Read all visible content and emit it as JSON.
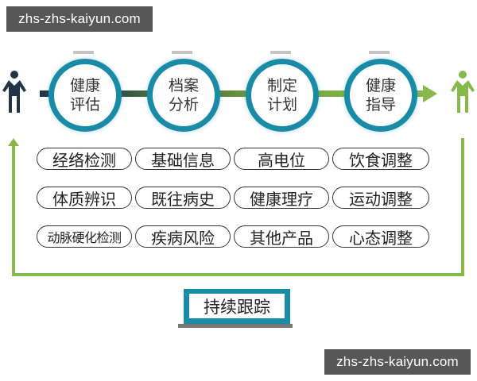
{
  "watermarks": {
    "top": "zhs-zhs-kaiyun.com",
    "bottom": "zhs-zhs-kaiyun.com"
  },
  "flow": {
    "start_icon": "person-icon-navy",
    "end_icon": "person-icon-green",
    "steps": [
      {
        "line1": "健康",
        "line2": "评估"
      },
      {
        "line1": "档案",
        "line2": "分析"
      },
      {
        "line1": "制定",
        "line2": "计划"
      },
      {
        "line1": "健康",
        "line2": "指导"
      }
    ]
  },
  "services": {
    "rows": [
      [
        "经络检测",
        "基础信息",
        "高电位",
        "饮食调整"
      ],
      [
        "体质辨识",
        "既往病史",
        "健康理疗",
        "运动调整"
      ],
      [
        "动脉硬化检测",
        "疾病风险",
        "其他产品",
        "心态调整"
      ]
    ]
  },
  "tracking": {
    "label": "持续跟踪"
  },
  "colors": {
    "teal": "#1a8ba7",
    "green": "#86b84a",
    "navy": "#233447",
    "watermark_bg": "#575757"
  }
}
